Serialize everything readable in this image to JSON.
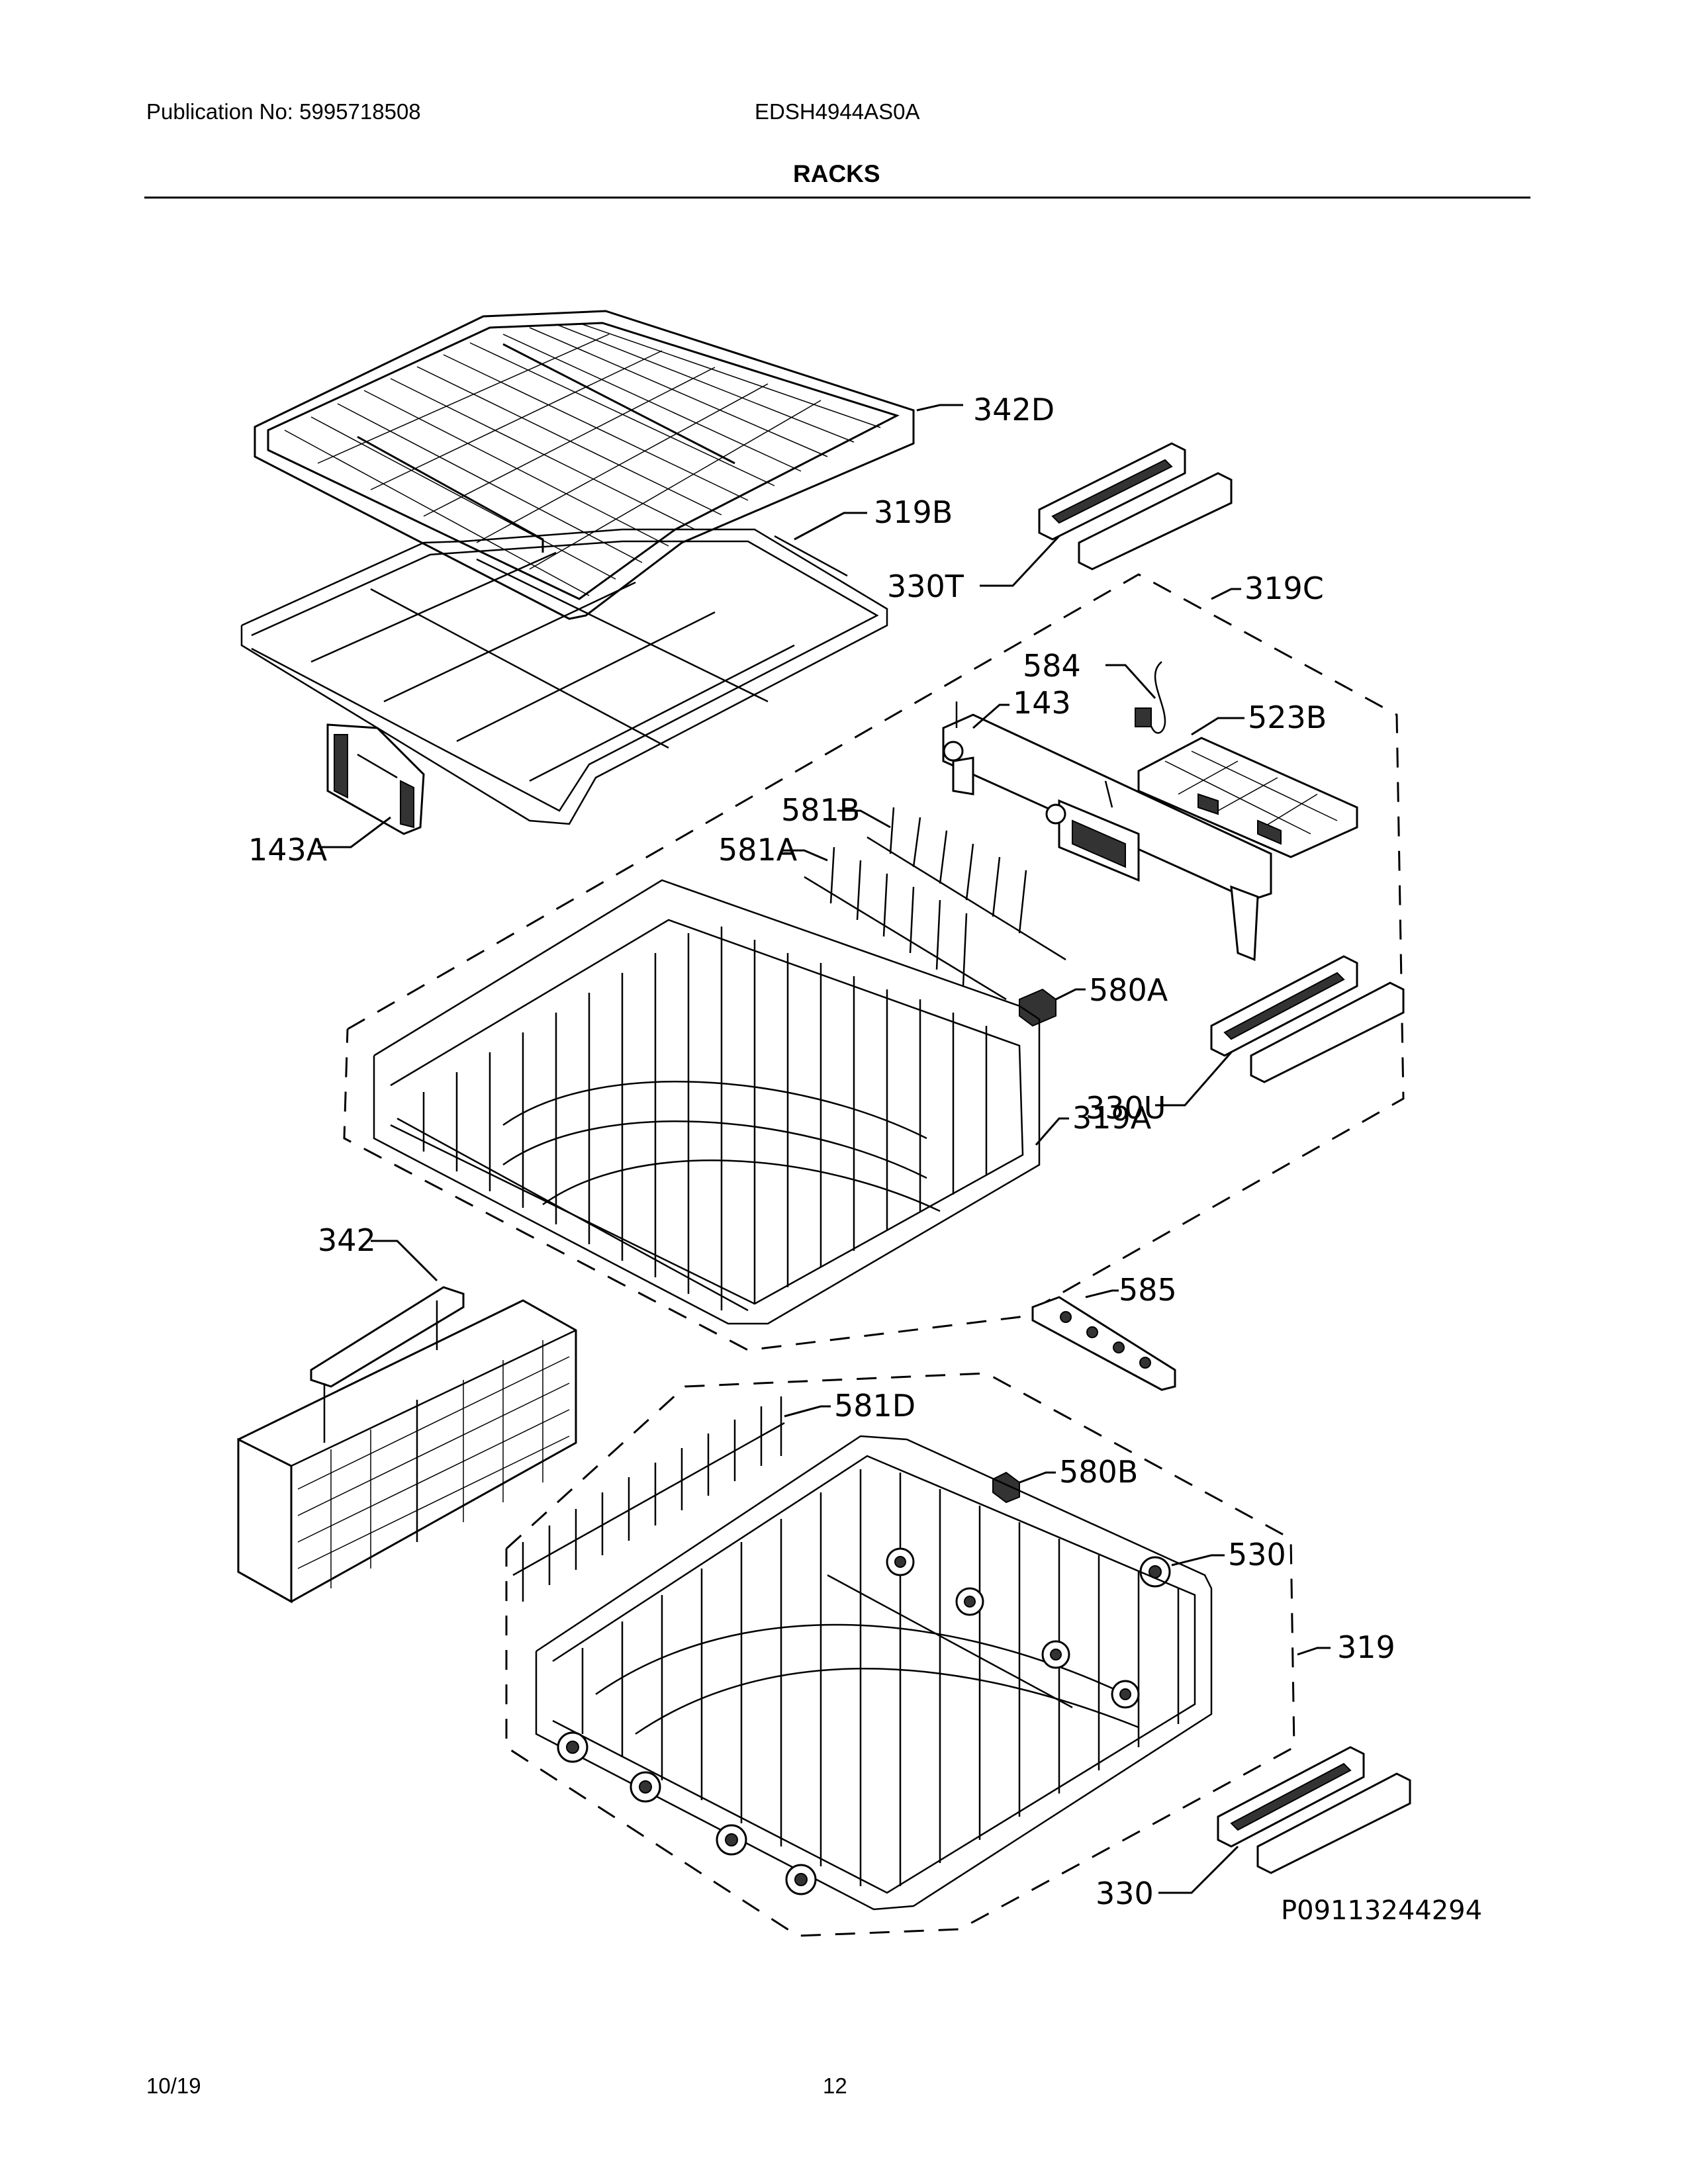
{
  "header": {
    "publication": "Publication No: 5995718508",
    "model": "EDSH4944AS0A",
    "section_title": "RACKS"
  },
  "diagram": {
    "callouts": {
      "c342D": "342D",
      "c319B": "319B",
      "c330T": "330T",
      "c319C": "319C",
      "c584": "584",
      "c143": "143",
      "c523B": "523B",
      "c143A": "143A",
      "c581B": "581B",
      "c581A": "581A",
      "c580A": "580A",
      "c330U": "330U",
      "c319A": "319A",
      "c342": "342",
      "c585": "585",
      "c581D": "581D",
      "c580B": "580B",
      "c530": "530",
      "c319": "319",
      "c330": "330"
    },
    "reference_code": "P09113244294"
  },
  "footer": {
    "date": "10/19",
    "page_number": "12"
  }
}
